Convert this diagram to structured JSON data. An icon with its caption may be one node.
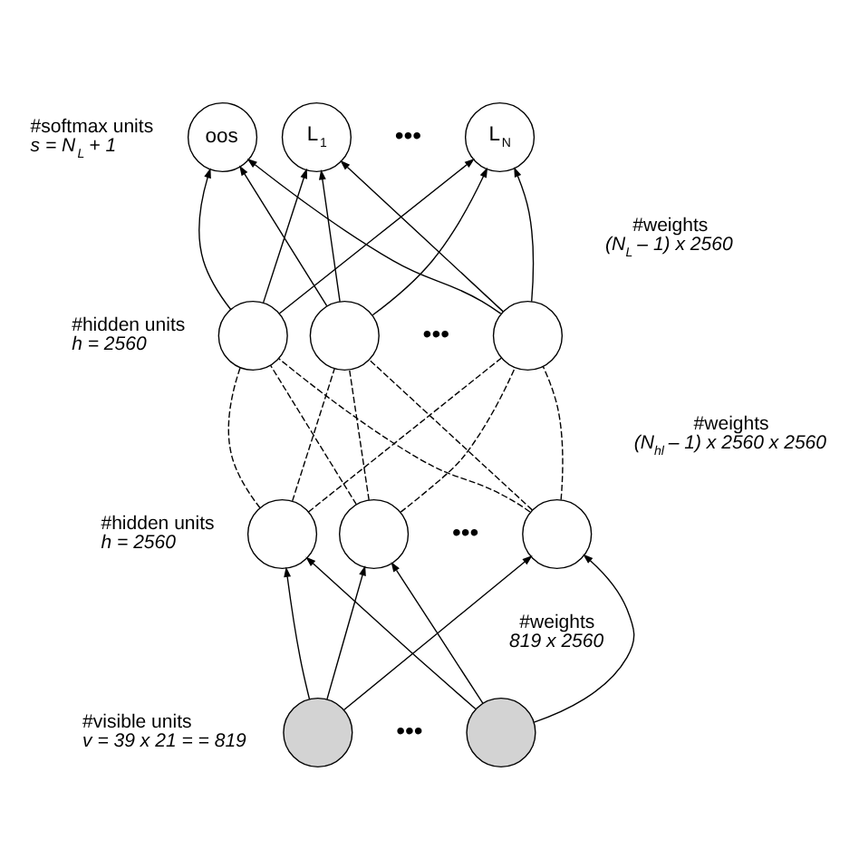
{
  "diagram": {
    "nodes": [
      {
        "text": [
          "oos"
        ]
      },
      {
        "text": [
          "L$_{1}$"
        ]
      },
      {
        "text": [
          "L$_{N}$"
        ]
      },
      {
        "text": [],
        "shape": "circle"
      },
      {
        "text": [],
        "shape": "circle"
      },
      {
        "text": [],
        "shape": "circle"
      },
      {
        "text": [],
        "shape": "circle"
      },
      {
        "text": [],
        "shape": "circle"
      },
      {
        "text": [],
        "shape": "circle"
      },
      {
        "text": [],
        "shape": "circle"
      },
      {
        "text": [],
        "shape": "circle"
      }
    ],
    "edges": [
      {
        "from": 3,
        "to": 0,
        "arrow": "to"
      },
      {
        "from": 3,
        "to": 1,
        "arrow": "to"
      },
      {
        "from": 3,
        "to": 2,
        "arrow": "to"
      },
      {
        "from": 4,
        "to": 0,
        "arrow": "to"
      },
      {
        "from": 4,
        "to": 1,
        "arrow": "to"
      },
      {
        "from": 4,
        "to": 2,
        "arrow": "to"
      },
      {
        "from": 5,
        "to": 0,
        "arrow": "to"
      },
      {
        "from": 5,
        "to": 1,
        "arrow": "to"
      },
      {
        "from": 5,
        "to": 2,
        "arrow": "to"
      },
      {
        "from": 6,
        "to": 3,
        "arrow": "none",
        "style": "dashed"
      },
      {
        "from": 6,
        "to": 4,
        "arrow": "none",
        "style": "dashed"
      },
      {
        "from": 6,
        "to": 5,
        "arrow": "none",
        "style": "dashed"
      },
      {
        "from": 7,
        "to": 3,
        "arrow": "none",
        "style": "dashed"
      },
      {
        "from": 7,
        "to": 4,
        "arrow": "none",
        "style": "dashed"
      },
      {
        "from": 7,
        "to": 5,
        "arrow": "none",
        "style": "dashed"
      },
      {
        "from": 8,
        "to": 3,
        "arrow": "none",
        "style": "dashed"
      },
      {
        "from": 8,
        "to": 4,
        "arrow": "none",
        "style": "dashed"
      },
      {
        "from": 8,
        "to": 5,
        "arrow": "none",
        "style": "dashed"
      },
      {
        "from": 9,
        "to": 6,
        "arrow": "to"
      },
      {
        "from": 9,
        "to": 7,
        "arrow": "to"
      },
      {
        "from": 9,
        "to": 8,
        "arrow": "to"
      },
      {
        "from": 10,
        "to": 6,
        "arrow": "to"
      },
      {
        "from": 10,
        "to": 7,
        "arrow": "to"
      },
      {
        "from": 10,
        "to": 8,
        "arrow": "to"
      }
    ],
    "labels": [
      "#softmax units",
      "s = N$_{L}$ + 1",
      "•••",
      "#weights",
      "(N$_{L}$ – 1) x 2560",
      "#hidden units",
      "h = 2560",
      "•••",
      "#weights",
      "(N$_{hl}$ – 1) x 2560 x 2560",
      "#hidden units",
      "h = 2560",
      "•••",
      "#weights",
      "819 x 2560",
      "#visible units",
      "v = 39 x 21 = = 819",
      "•••"
    ]
  }
}
